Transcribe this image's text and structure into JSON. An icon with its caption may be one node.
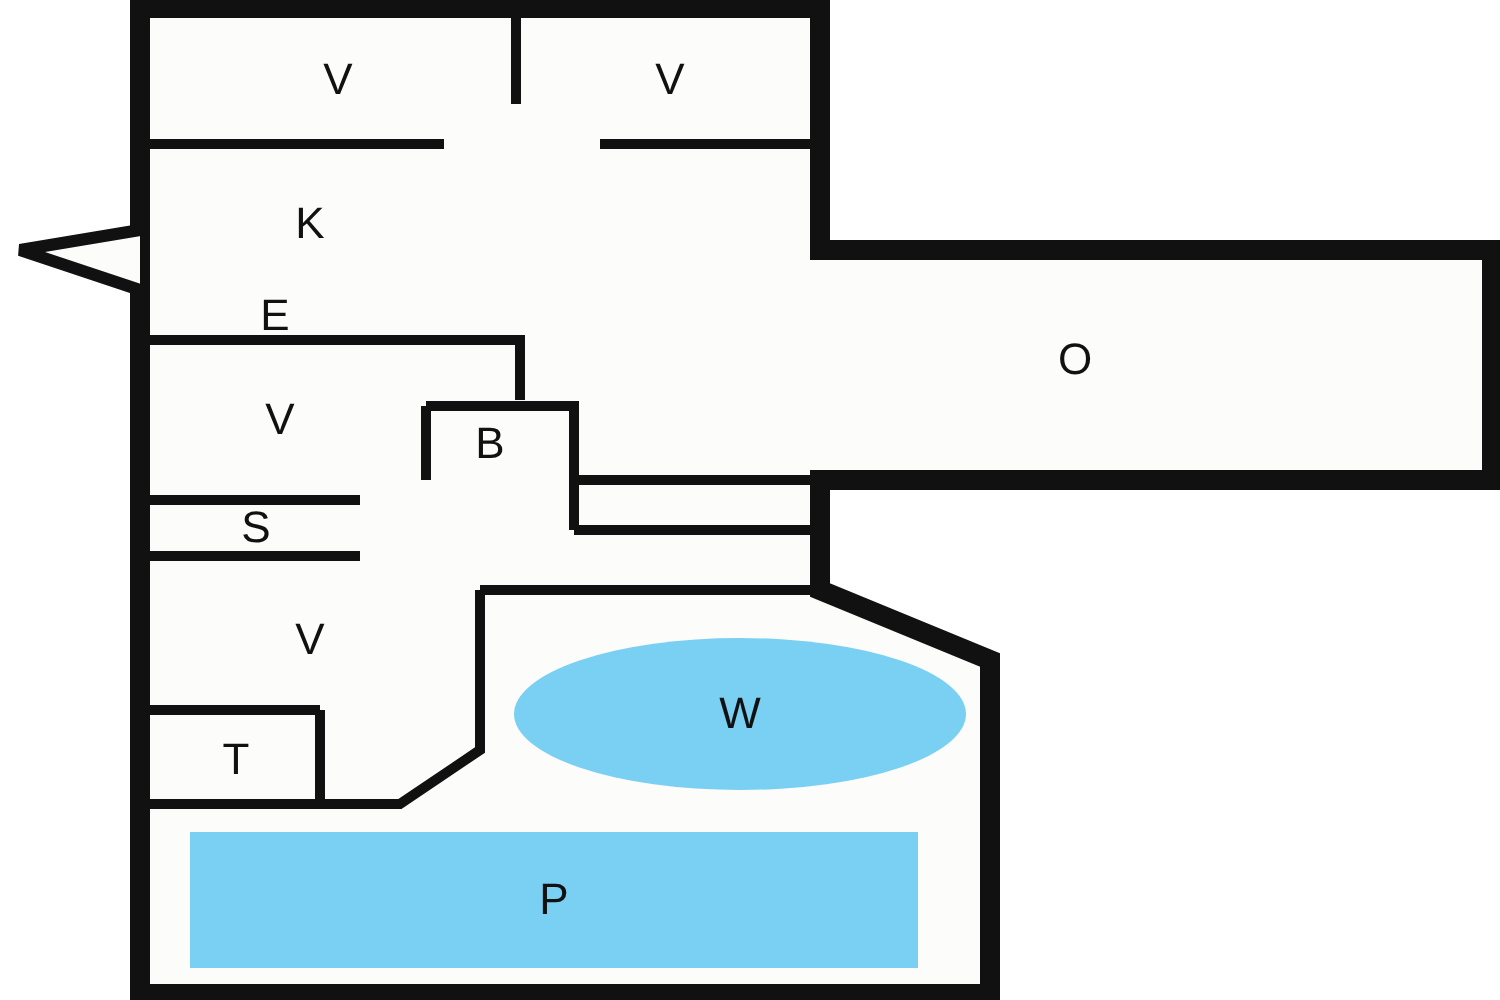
{
  "diagram": {
    "nodes": [
      {
        "text": [
          "V"
        ]
      },
      {
        "text": [
          "V"
        ]
      },
      {
        "text": [
          "K"
        ]
      },
      {
        "text": [
          "E"
        ]
      },
      {
        "text": [
          "O"
        ]
      },
      {
        "text": [
          "V"
        ]
      },
      {
        "text": [
          "B"
        ]
      },
      {
        "text": [
          "S"
        ]
      },
      {
        "text": [
          "V"
        ]
      },
      {
        "text": [
          "W"
        ]
      },
      {
        "text": [
          "T"
        ]
      },
      {
        "text": [
          "P"
        ]
      }
    ]
  }
}
